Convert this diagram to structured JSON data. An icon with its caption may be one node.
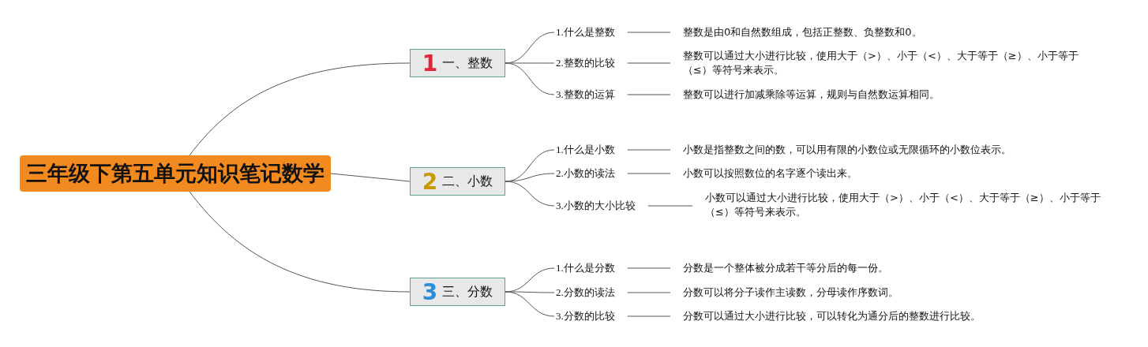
{
  "diagram": {
    "nodes": [
      {
        "text": [
          "三年级下第五单元知识笔记数学"
        ]
      },
      {
        "text": [
          "1",
          "一、整数"
        ]
      },
      {
        "text": [
          "1.什么是整数"
        ]
      },
      {
        "text": [
          "2.整数的比较"
        ]
      },
      {
        "text": [
          "3.整数的运算"
        ]
      },
      {
        "text": [
          "整数是由0和自然数组成，包括正整数、负整数和0。"
        ]
      },
      {
        "text": [
          "整数可以通过大小进行比较，使用大于（>）、小于（<）、大于等于（≥）、小于等于（≤）等符号来表示。"
        ]
      },
      {
        "text": [
          "整数可以进行加减乘除等运算，规则与自然数运算相同。"
        ]
      },
      {
        "text": [
          "2",
          "二、小数"
        ]
      },
      {
        "text": [
          "1.什么是小数"
        ]
      },
      {
        "text": [
          "2.小数的读法"
        ]
      },
      {
        "text": [
          "3.小数的大小比较"
        ]
      },
      {
        "text": [
          "小数是指整数之间的数，可以用有限的小数位或无限循环的小数位表示。"
        ]
      },
      {
        "text": [
          "小数可以按照数位的名字逐个读出来。"
        ]
      },
      {
        "text": [
          "小数可以通过大小进行比较，使用大于（>）、小于（<）、大于等于（≥）、小于等于（≤）等符号来表示。"
        ]
      },
      {
        "text": [
          "3",
          "三、分数"
        ]
      },
      {
        "text": [
          "1.什么是分数"
        ]
      },
      {
        "text": [
          "2.分数的读法"
        ]
      },
      {
        "text": [
          "3.分数的比较"
        ]
      },
      {
        "text": [
          "分数是一个整体被分成若干等分后的每一份。"
        ]
      },
      {
        "text": [
          "分数可以将分子读作主读数，分母读作序数词。"
        ]
      },
      {
        "text": [
          "分数可以通过大小进行比较，可以转化为通分后的整数进行比较。"
        ]
      }
    ],
    "edges": [
      {
        "from": 0,
        "to": 1,
        "arrow": "none"
      },
      {
        "from": 0,
        "to": 8,
        "arrow": "none"
      },
      {
        "from": 0,
        "to": 15,
        "arrow": "none"
      },
      {
        "from": 1,
        "to": 2,
        "arrow": "none"
      },
      {
        "from": 1,
        "to": 3,
        "arrow": "none"
      },
      {
        "from": 1,
        "to": 4,
        "arrow": "none"
      },
      {
        "from": 2,
        "to": 5,
        "arrow": "none"
      },
      {
        "from": 3,
        "to": 6,
        "arrow": "none"
      },
      {
        "from": 4,
        "to": 7,
        "arrow": "none"
      },
      {
        "from": 8,
        "to": 9,
        "arrow": "none"
      },
      {
        "from": 8,
        "to": 10,
        "arrow": "none"
      },
      {
        "from": 8,
        "to": 11,
        "arrow": "none"
      },
      {
        "from": 9,
        "to": 12,
        "arrow": "none"
      },
      {
        "from": 10,
        "to": 13,
        "arrow": "none"
      },
      {
        "from": 11,
        "to": 14,
        "arrow": "none"
      },
      {
        "from": 15,
        "to": 16,
        "arrow": "none"
      },
      {
        "from": 15,
        "to": 17,
        "arrow": "none"
      },
      {
        "from": 15,
        "to": 18,
        "arrow": "none"
      },
      {
        "from": 16,
        "to": 19,
        "arrow": "none"
      },
      {
        "from": 17,
        "to": 20,
        "arrow": "none"
      },
      {
        "from": 18,
        "to": 21,
        "arrow": "none"
      }
    ]
  }
}
